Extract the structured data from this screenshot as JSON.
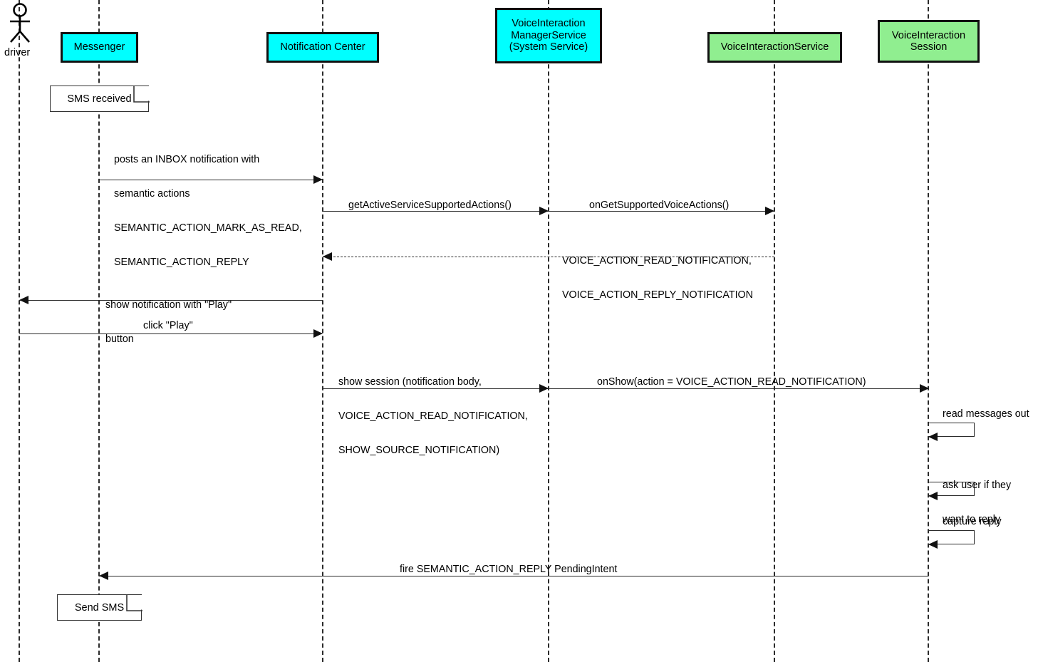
{
  "diagram": {
    "type": "uml-sequence-diagram",
    "actor": {
      "name": "driver",
      "icon": "stick-figure-actor-icon"
    },
    "participants": [
      {
        "id": "messenger",
        "label": "Messenger",
        "color": "#00ffff",
        "lines": [
          "Messenger"
        ]
      },
      {
        "id": "notification-center",
        "label": "Notification Center",
        "color": "#00ffff",
        "lines": [
          "Notification Center"
        ]
      },
      {
        "id": "voice-interaction-manager-service",
        "label": "VoiceInteraction ManagerService (System Service)",
        "color": "#00ffff",
        "lines": [
          "VoiceInteraction",
          "ManagerService",
          "(System Service)"
        ]
      },
      {
        "id": "voice-interaction-service",
        "label": "VoiceInteractionService",
        "color": "#90ee90",
        "lines": [
          "VoiceInteractionService"
        ]
      },
      {
        "id": "voice-interaction-session",
        "label": "VoiceInteraction Session",
        "color": "#90ee90",
        "lines": [
          "VoiceInteraction",
          "Session"
        ]
      }
    ],
    "notes": [
      {
        "id": "note-sms-received",
        "text": "SMS received",
        "attached_to": "messenger"
      },
      {
        "id": "note-send-sms",
        "text": "Send SMS",
        "attached_to": "messenger"
      }
    ],
    "messages": [
      {
        "id": "msg-post-inbox-notification",
        "from": "messenger",
        "to": "notification-center",
        "style": "solid",
        "direction": "right",
        "lines": [
          "posts an INBOX notification with",
          "semantic actions",
          "SEMANTIC_ACTION_MARK_AS_READ,",
          "SEMANTIC_ACTION_REPLY"
        ]
      },
      {
        "id": "msg-get-active-service-supported-actions",
        "from": "notification-center",
        "to": "voice-interaction-manager-service",
        "style": "solid",
        "direction": "right",
        "lines": [
          "getActiveServiceSupportedActions()"
        ]
      },
      {
        "id": "msg-on-get-supported-voice-actions",
        "from": "voice-interaction-manager-service",
        "to": "voice-interaction-service",
        "style": "solid",
        "direction": "right",
        "lines": [
          "onGetSupportedVoiceActions()"
        ]
      },
      {
        "id": "msg-return-voice-actions",
        "from": "voice-interaction-service",
        "to": "notification-center",
        "style": "dashed",
        "direction": "left",
        "lines": [
          "VOICE_ACTION_READ_NOTIFICATION,",
          "VOICE_ACTION_REPLY_NOTIFICATION"
        ]
      },
      {
        "id": "msg-show-notification-play",
        "from": "notification-center",
        "to": "driver",
        "style": "solid",
        "direction": "left",
        "lines": [
          "show notification with \"Play\"",
          "button"
        ]
      },
      {
        "id": "msg-click-play",
        "from": "driver",
        "to": "notification-center",
        "style": "solid",
        "direction": "right",
        "lines": [
          "click \"Play\""
        ]
      },
      {
        "id": "msg-show-session",
        "from": "notification-center",
        "to": "voice-interaction-manager-service",
        "style": "solid",
        "direction": "right",
        "lines": [
          "show session (notification body,",
          "VOICE_ACTION_READ_NOTIFICATION,",
          "SHOW_SOURCE_NOTIFICATION)"
        ]
      },
      {
        "id": "msg-on-show",
        "from": "voice-interaction-manager-service",
        "to": "voice-interaction-session",
        "style": "solid",
        "direction": "right",
        "lines": [
          "onShow(action = VOICE_ACTION_READ_NOTIFICATION)"
        ]
      },
      {
        "id": "msg-fire-semantic-action-reply",
        "from": "voice-interaction-session",
        "to": "messenger",
        "style": "solid",
        "direction": "left",
        "lines": [
          "fire SEMANTIC_ACTION_REPLY PendingIntent"
        ]
      }
    ],
    "self_messages": [
      {
        "id": "self-read-messages-out",
        "on": "voice-interaction-session",
        "lines": [
          "read messages out"
        ]
      },
      {
        "id": "self-ask-user-reply",
        "on": "voice-interaction-session",
        "lines": [
          "ask user if they",
          "want to reply"
        ]
      },
      {
        "id": "self-capture-reply",
        "on": "voice-interaction-session",
        "lines": [
          "capture reply"
        ]
      }
    ]
  }
}
